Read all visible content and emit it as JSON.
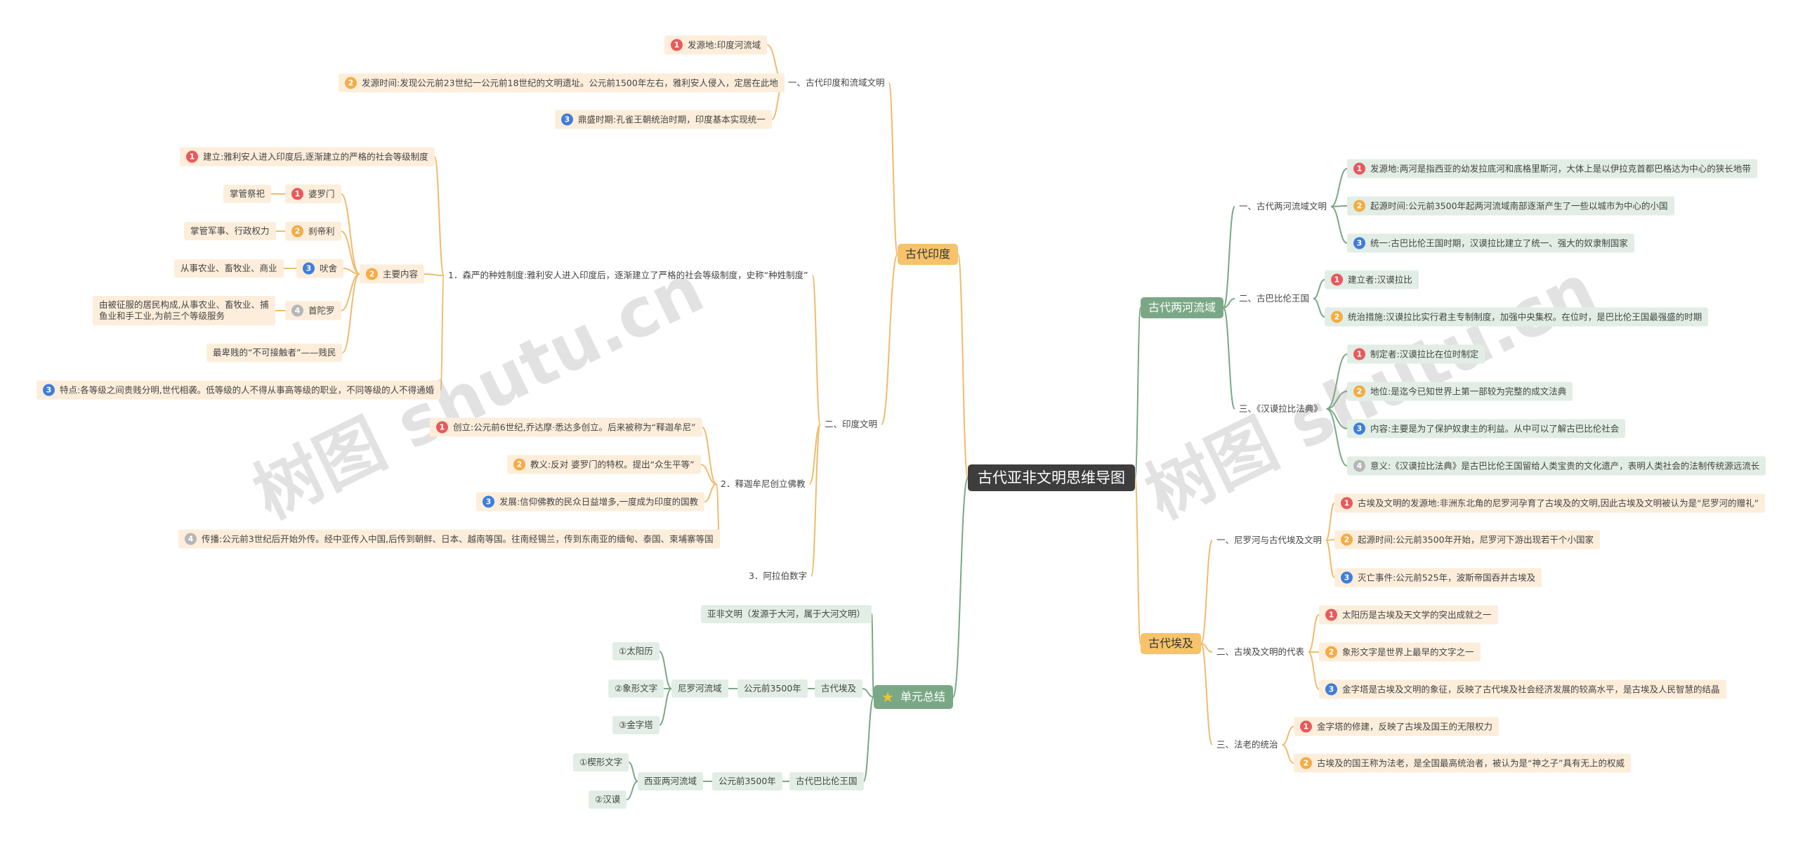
{
  "colors": {
    "orange_branch": "#f1bb6c",
    "green_branch": "#7aa886",
    "root_bg": "#3d3d3d",
    "leaf_orange_bg": "#fdeedb",
    "leaf_green_bg": "#e2eee5",
    "badge_red": "#e8595c",
    "badge_orange": "#f4ac45",
    "badge_blue": "#3f7ddc",
    "badge_gray": "#b6b6b6"
  },
  "watermark": "树图 shutu.cn",
  "root": "古代亚非文明思维导图",
  "india": {
    "label": "古代印度",
    "s1": {
      "label": "一、古代印度和流域文明",
      "items": [
        "发源地:印度河流域",
        "发源时间:发现公元前23世纪一公元前18世纪的文明遗址。公元前1500年左右，雅利安人侵入，定居在此地",
        "鼎盛时期:孔雀王朝统治时期，印度基本实现统一"
      ]
    },
    "s2": {
      "label": "二、印度文明",
      "caste": {
        "label": "1．森严的种姓制度:雅利安人进入印度后，逐渐建立了严格的社会等级制度，史称“种姓制度”",
        "establish": "建立:雅利安人进入印度后,逐渐建立的严格的社会等级制度",
        "content_label": "主要内容",
        "castes": [
          {
            "name": "婆罗门",
            "desc": "掌管祭祀"
          },
          {
            "name": "刹帝利",
            "desc": "掌管军事、行政权力"
          },
          {
            "name": "吠舍",
            "desc": "从事农业、畜牧业、商业"
          },
          {
            "name": "首陀罗",
            "desc": "由被征服的居民构成,从事农业、畜牧业、捕鱼业和手工业,为前三个等级服务"
          }
        ],
        "lowest": "最卑贱的“不可接触者”——贱民",
        "feature": "特点:各等级之间贵贱分明,世代相袭。低等级的人不得从事高等级的职业，不同等级的人不得通婚"
      },
      "buddha": {
        "label": "2．释迦牟尼创立佛教",
        "items": [
          "创立:公元前6世纪,乔达摩·悉达多创立。后来被称为“释迦牟尼”",
          "教义:反对 婆罗门的特权。提出“众生平等”",
          "发展:信仰佛教的民众日益增多,一度成为印度的国教",
          "传播:公元前3世纪后开始外传。经中亚传入中国,后传到朝鲜、日本、越南等国。往南经锡兰，传到东南亚的缅甸、泰国、柬埔寨等国"
        ]
      },
      "numerals": "3．阿拉伯数字"
    }
  },
  "summary": {
    "label": "单元总结",
    "afro_asia": "亚非文明（发源于大河，属于大河文明）",
    "egypt": {
      "label": "古代埃及",
      "time": "公元前3500年",
      "river": "尼罗河流域",
      "items": [
        "①太阳历",
        "②象形文字",
        "③金字塔"
      ]
    },
    "babylon": {
      "label": "古代巴比伦王国",
      "time": "公元前3500年",
      "river": "西亚两河流域",
      "items": [
        "①楔形文字",
        "②汉谟"
      ]
    }
  },
  "meso": {
    "label": "古代两河流域",
    "s1": {
      "label": "一、古代两河流域文明",
      "items": [
        "发源地:两河是指西亚的幼发拉底河和底格里斯河，大体上是以伊拉克首都巴格达为中心的狭长地带",
        "起源时间:公元前3500年起两河流域南部逐渐产生了一些以城市为中心的小国",
        "统一:古巴比伦王国时期，汉谟拉比建立了统一、强大的奴隶制国家"
      ]
    },
    "s2": {
      "label": "二、古巴比伦王国",
      "items": [
        "建立者:汉谟拉比",
        "统治措施:汉谟拉比实行君主专制制度，加强中央集权。在位时，是巴比伦王国最强盛的时期"
      ]
    },
    "s3": {
      "label": "三、《汉谟拉比法典》",
      "items": [
        "制定者:汉谟拉比在位时制定",
        "地位:是迄今已知世界上第一部较为完整的成文法典",
        "内容:主要是为了保护奴隶主的利益。从中可以了解古巴比伦社会",
        "意义:《汉谟拉比法典》是古巴比伦王国留给人类宝贵的文化遗产，表明人类社会的法制传统源远流长"
      ]
    }
  },
  "egypt": {
    "label": "古代埃及",
    "s1": {
      "label": "一、尼罗河与古代埃及文明",
      "items": [
        "古埃及文明的发源地:非洲东北角的尼罗河孕育了古埃及的文明,因此古埃及文明被认为是“尼罗河的赠礼”",
        "起源时间:公元前3500年开始，尼罗河下游出现若干个小国家",
        "灭亡事件:公元前525年，波斯帝国吞并古埃及"
      ]
    },
    "s2": {
      "label": "二、古埃及文明的代表",
      "items": [
        "太阳历是古埃及天文学的突出成就之一",
        "象形文字是世界上最早的文字之一",
        "金字塔是古埃及文明的象征，反映了古代埃及社会经济发展的较高水平，是古埃及人民智慧的结晶"
      ]
    },
    "s3": {
      "label": "三、法老的统治",
      "items": [
        "金字塔的修建，反映了古埃及国王的无限权力",
        "古埃及的国王称为法老，是全国最高统治者，被认为是“神之子”具有无上的权威"
      ]
    }
  }
}
